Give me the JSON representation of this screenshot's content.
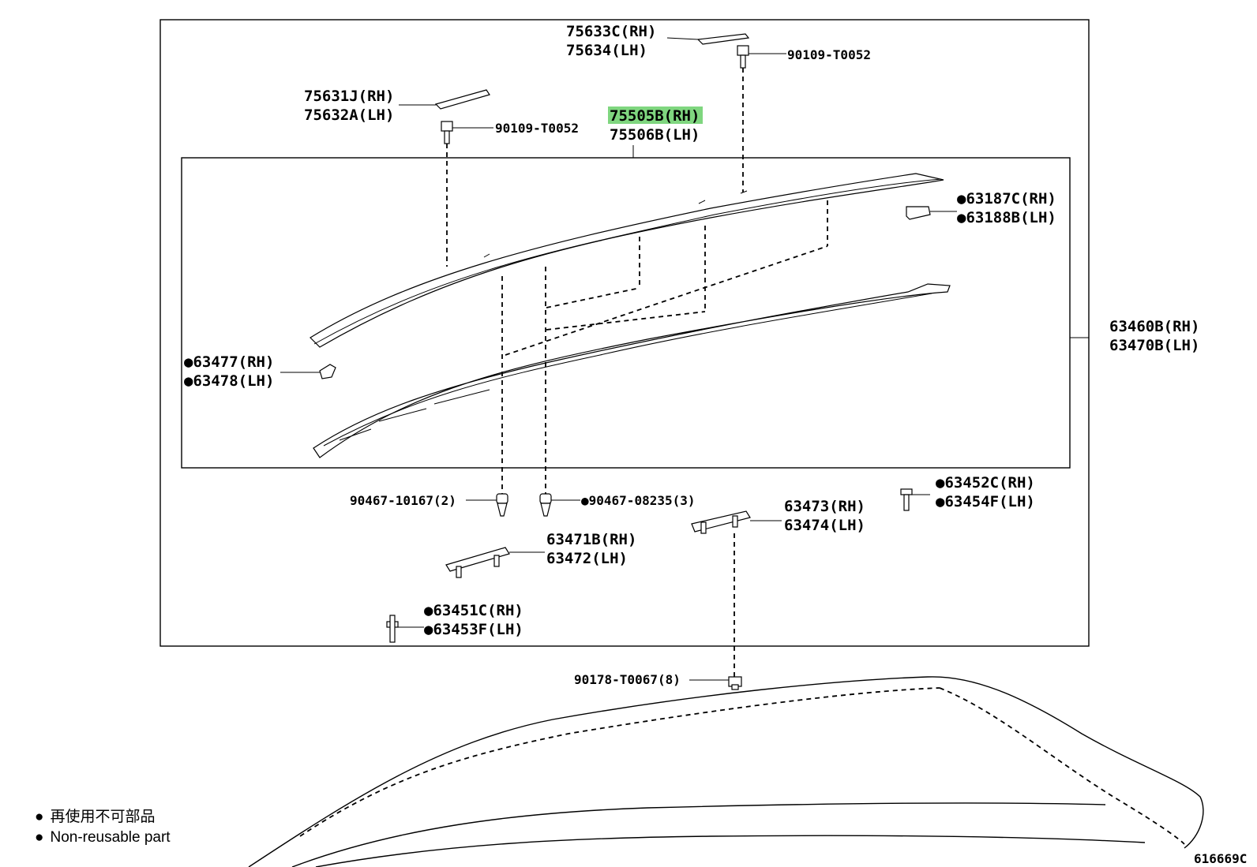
{
  "labels": {
    "p75633": "75633C(RH)",
    "p75634": "75634(LH)",
    "bolt_top": "90109-T0052",
    "p75631": "75631J(RH)",
    "p75632": "75632A(LH)",
    "bolt_left": "90109-T0052",
    "p75505": "75505B(RH)",
    "p75506": "75506B(LH)",
    "p63187": "63187C(RH)",
    "p63188": "63188B(LH)",
    "p63460": "63460B(RH)",
    "p63470": "63470B(LH)",
    "p63477": "63477(RH)",
    "p63478": "63478(LH)",
    "clip_a": "90467-10167(2)",
    "clip_b": "90467-08235(3)",
    "p63452": "63452C(RH)",
    "p63454": "63454F(LH)",
    "p63473": "63473(RH)",
    "p63474": "63474(LH)",
    "p63471": "63471B(RH)",
    "p63472": "63472(LH)",
    "p63451": "63451C(RH)",
    "p63453": "63453F(LH)",
    "nut": "90178-T0067(8)"
  },
  "marker": "●",
  "highlight_color": "#7fd67f",
  "legend": {
    "line_jp": "再使用不可部品",
    "line_en": "Non-reusable part"
  },
  "figure_id": "616669C"
}
